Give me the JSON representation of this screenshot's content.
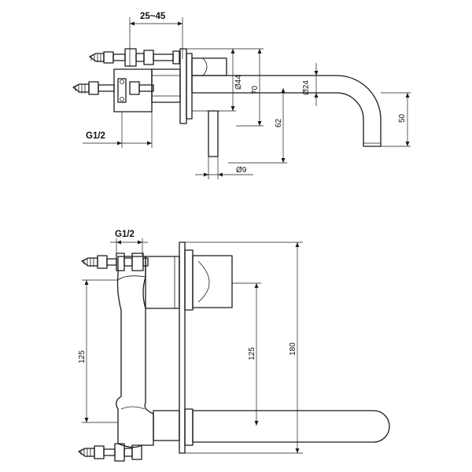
{
  "top_view": {
    "dim_depth_range": "25~45",
    "dim_plate_diameter": "Ø44",
    "dim_height": "70",
    "dim_spout_diameter": "Ø24",
    "dim_spout_drop": "50",
    "dim_lever_height": "62",
    "dim_lever_diameter": "Ø9",
    "thread_label": "G1/2"
  },
  "front_view": {
    "thread_label": "G1/2",
    "dim_inlet_spacing": "125",
    "dim_lever_to_spout": "125",
    "dim_plate_height": "180"
  }
}
